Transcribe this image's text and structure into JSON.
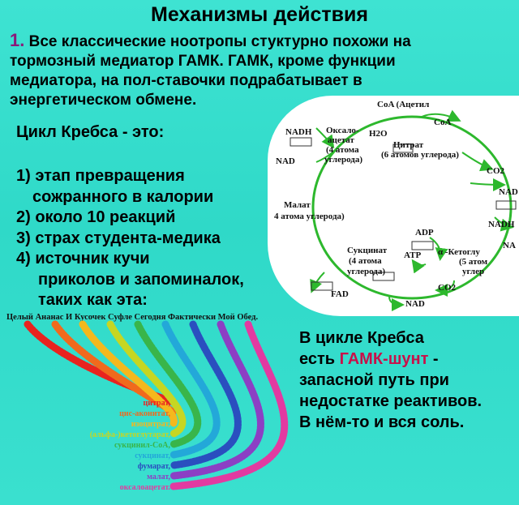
{
  "title": "Механизмы действия",
  "intro": {
    "number": "1.",
    "lines": [
      "Все классические ноотропы стуктурно похожи на",
      "тормозный медиатор ГАМК. ГАМК, кроме функции",
      "медиатора, на пол-ставочки подрабатывает в",
      "энергетическом обмене."
    ]
  },
  "krebs": {
    "heading": "Цикл Кребса - это:",
    "items": [
      "1) этап превращения",
      "сожранного в калории",
      "2) около 10 реакций",
      "3) страх студента-медика",
      "4) источник кучи",
      "приколов и запоминалок,",
      "таких как эта:"
    ]
  },
  "cycle_diagram": {
    "labels": {
      "coa_acetyl": "CoA (Ацетил",
      "coa": "CoA",
      "nadh_top": "NADH",
      "oxaloacetate": [
        "Оксало-",
        "ацетат",
        "(4 атома",
        "углерода)"
      ],
      "h2o": "H2O",
      "citrate": [
        "Цитрат",
        "(6 атомов углерода)"
      ],
      "nad_left": "NAD",
      "co2_right": "CO2",
      "nad_right": "NAD",
      "malate": [
        "Малат",
        "4 атома углерода)"
      ],
      "nadh_right": "NADH",
      "adp": "ADP",
      "atp": "ATP",
      "succinate": [
        "Сукцинат",
        "(4 атома",
        "углерода)"
      ],
      "ketoglut": [
        "α -Кетоглу",
        "(5 атом",
        "углер"
      ],
      "fad": "FAD",
      "co2_bottom": "CO2",
      "nad_bottom": "NAD",
      "na_right": "NA"
    }
  },
  "mnemonic": {
    "header": "Целый Ананас И Кусочек Суфле Сегодня Фактически Мой Обед.",
    "terms": [
      "цитрат,",
      "цис-аконитат,",
      "изоцитрат,",
      "(альфа-)кетоглутарат,",
      "сукцинил-СоА,",
      "сукцинат,",
      "фумарат,",
      "малат,",
      "оксалоацетат."
    ],
    "colors": [
      "#e8231f",
      "#f06a1d",
      "#f4b81d",
      "#c6d622",
      "#39b54a",
      "#23a8d9",
      "#2a4fbf",
      "#8c3fc4",
      "#e23aa1"
    ]
  },
  "shunt": {
    "line1": "В цикле Кребса",
    "line2_a": "есть ",
    "line2_hl": "ГАМК-шунт",
    "line2_b": " -",
    "line3": "запасной путь при",
    "line4": "недостатке реактивов.",
    "line5": "В нём-то и вся соль."
  }
}
